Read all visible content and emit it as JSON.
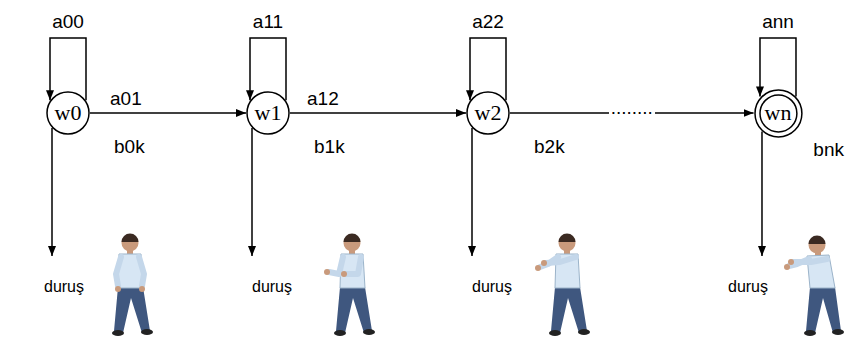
{
  "diagram": {
    "nodes": [
      {
        "text": [
          "w0"
        ]
      },
      {
        "text": [
          "w1"
        ]
      },
      {
        "text": [
          "w2"
        ]
      },
      {
        "text": [
          "wn"
        ]
      },
      {
        "text": [
          "duruş"
        ]
      },
      {
        "text": [
          "duruş"
        ]
      },
      {
        "text": [
          "duruş"
        ]
      },
      {
        "text": [
          "duruş"
        ]
      }
    ],
    "edges": [
      {
        "from": 0,
        "to": 0,
        "label": "a00",
        "arrow": "to"
      },
      {
        "from": 0,
        "to": 1,
        "label": "a01",
        "arrow": "to"
      },
      {
        "from": 1,
        "to": 1,
        "label": "a11",
        "arrow": "to"
      },
      {
        "from": 1,
        "to": 2,
        "label": "a12",
        "arrow": "to"
      },
      {
        "from": 2,
        "to": 2,
        "label": "a22",
        "arrow": "to"
      },
      {
        "from": 2,
        "to": 3,
        "label": "........",
        "arrow": "to"
      },
      {
        "from": 3,
        "to": 3,
        "label": "ann",
        "arrow": "to"
      },
      {
        "from": 0,
        "to": 4,
        "label": "b0k",
        "arrow": "to"
      },
      {
        "from": 1,
        "to": 5,
        "label": "b1k",
        "arrow": "to"
      },
      {
        "from": 2,
        "to": 6,
        "label": "b2k",
        "arrow": "to"
      },
      {
        "from": 3,
        "to": 7,
        "label": "bnk",
        "arrow": "to"
      }
    ]
  }
}
